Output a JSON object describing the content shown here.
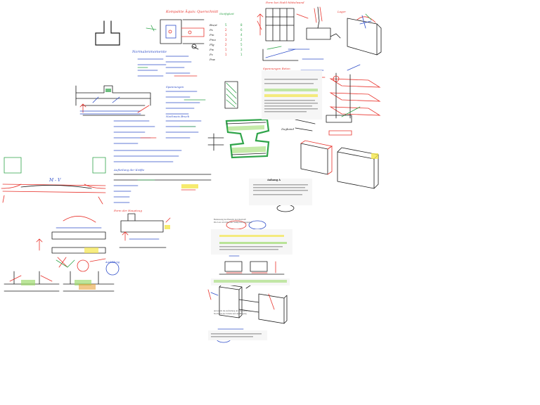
{
  "colors": {
    "ink": "#1a1a1a",
    "red": "#e8322b",
    "blue": "#2f4ec9",
    "green": "#2fa44a",
    "yellow": "#f4e64a",
    "highlight_green": "#9fdc6f"
  },
  "notes": {
    "top_title": "Kompakte Äquiv. Querschnitt",
    "top_table_head": "Steifigkeit",
    "frame_title": "Form bei Stahl-Mittelwand",
    "top_right_a": "Lager",
    "mid_left_title": "Normalenmomente",
    "mid_calc_a": "Spannungen",
    "mid_calc_b": "Nachweis Bruch",
    "mid_calc_c": "Aufteilung der Kräfte",
    "mid_center_a": "Zugband",
    "left_beam_label": "M - V",
    "lower_title": "Form der Hauptzug",
    "lower_left_a": "Ausbildung",
    "doc_head": "Spannungen Beton",
    "doc2_head": "Anhang A"
  },
  "doc": {
    "lines": [
      "Bemessung des Bauteils bei Querkraft",
      "Die Last wird über das Stahlprofil eingeleitet",
      "und ergibt die Aufteilung der Druckstreben.",
      "Nachweis des Schubs und der Biegung"
    ]
  }
}
